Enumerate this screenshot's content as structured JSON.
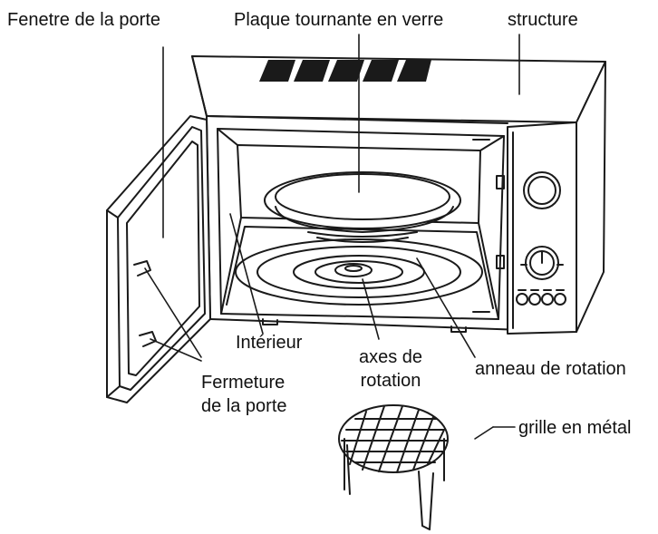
{
  "labels": {
    "door_window": "Fenetre de la porte",
    "glass_turntable": "Plaque tournante en verre",
    "structure": "structure",
    "interior": "Intérieur",
    "rotation_axis_line1": "axes de",
    "rotation_axis_line2": "rotation",
    "rotation_ring": "anneau de rotation",
    "door_latch_line1": "Fermeture",
    "door_latch_line2": "de la porte",
    "metal_grill": "grille en métal"
  },
  "colors": {
    "line": "#1a1a1a",
    "vent": "#1a1a1a",
    "background": "#ffffff"
  }
}
